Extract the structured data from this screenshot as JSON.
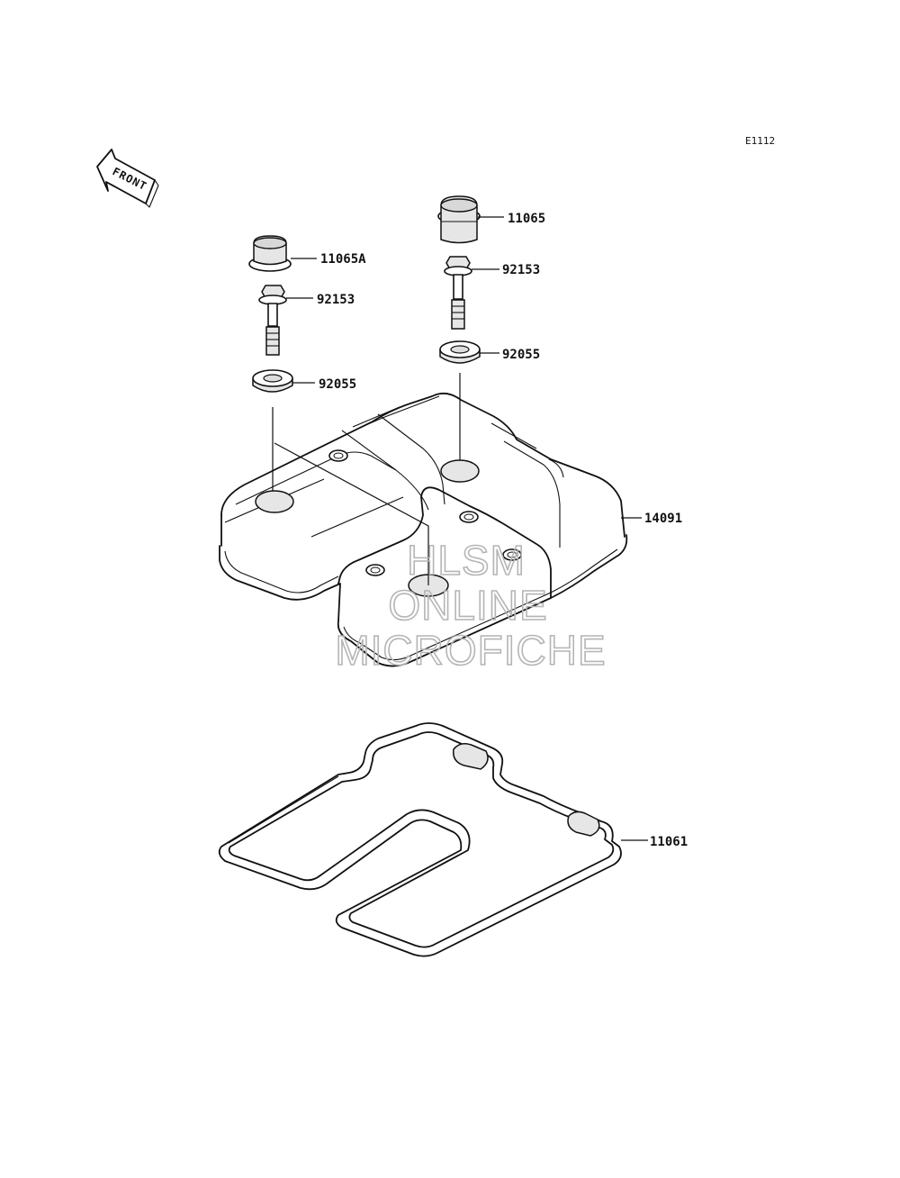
{
  "diagram": {
    "ref_code": "E1112",
    "front_label": "FRONT",
    "watermark": [
      "HLSM",
      "ONLINE",
      "MICROFICHE"
    ],
    "parts": [
      {
        "id": "cap-left",
        "number": "11065A"
      },
      {
        "id": "bolt-left",
        "number": "92153"
      },
      {
        "id": "washer-left",
        "number": "92055"
      },
      {
        "id": "cap-right",
        "number": "11065"
      },
      {
        "id": "bolt-right",
        "number": "92153"
      },
      {
        "id": "washer-right",
        "number": "92055"
      },
      {
        "id": "cylinder-head-cover",
        "number": "14091"
      },
      {
        "id": "gasket",
        "number": "11061"
      }
    ]
  }
}
